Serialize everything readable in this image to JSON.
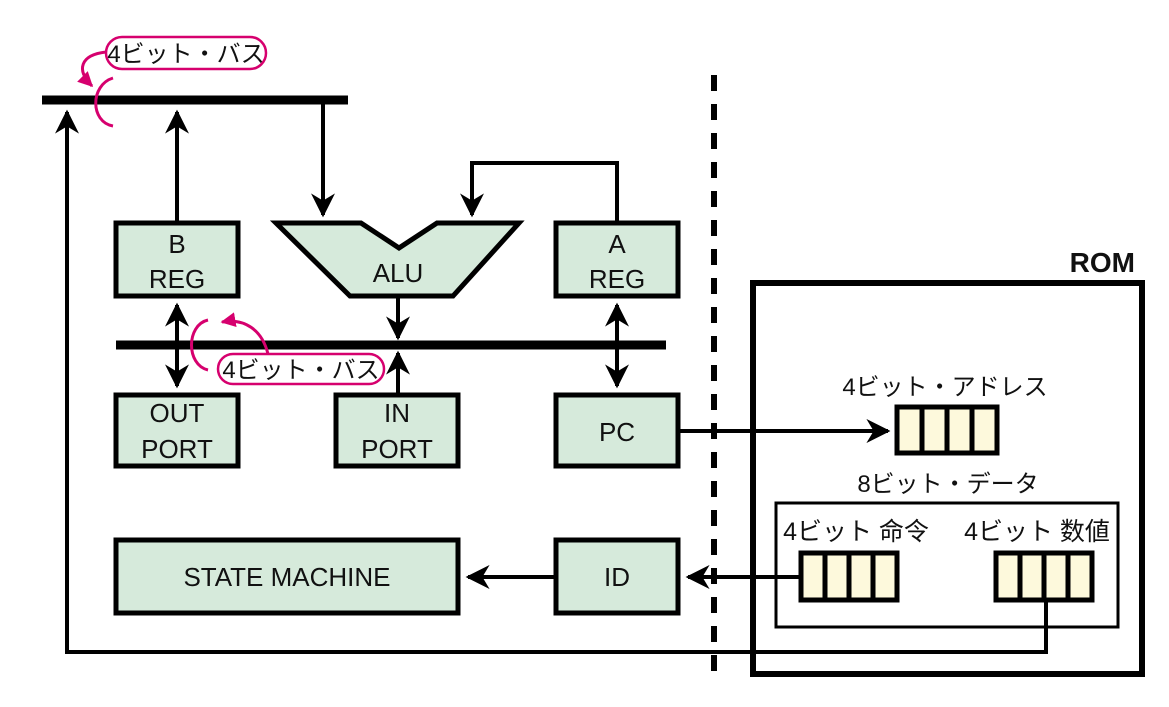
{
  "colors": {
    "block_fill": "#d6eadb",
    "register_cell_fill": "#fdf9dc",
    "annotation": "#d6006e",
    "line": "#000000"
  },
  "bus_labels": {
    "top": "4ビット・バス",
    "middle": "4ビット・バス"
  },
  "blocks": {
    "b_reg": [
      "B",
      "REG"
    ],
    "alu": "ALU",
    "a_reg": [
      "A",
      "REG"
    ],
    "out_port": [
      "OUT",
      "PORT"
    ],
    "in_port": [
      "IN",
      "PORT"
    ],
    "pc": "PC",
    "state_machine": "STATE MACHINE",
    "id": "ID"
  },
  "rom": {
    "title": "ROM",
    "address_label": "4ビット・アドレス",
    "data_label": "8ビット・データ",
    "instruction_label": "4ビット 命令",
    "value_label": "4ビット 数値",
    "address_bits": 4,
    "instruction_bits": 4,
    "value_bits": 4
  }
}
